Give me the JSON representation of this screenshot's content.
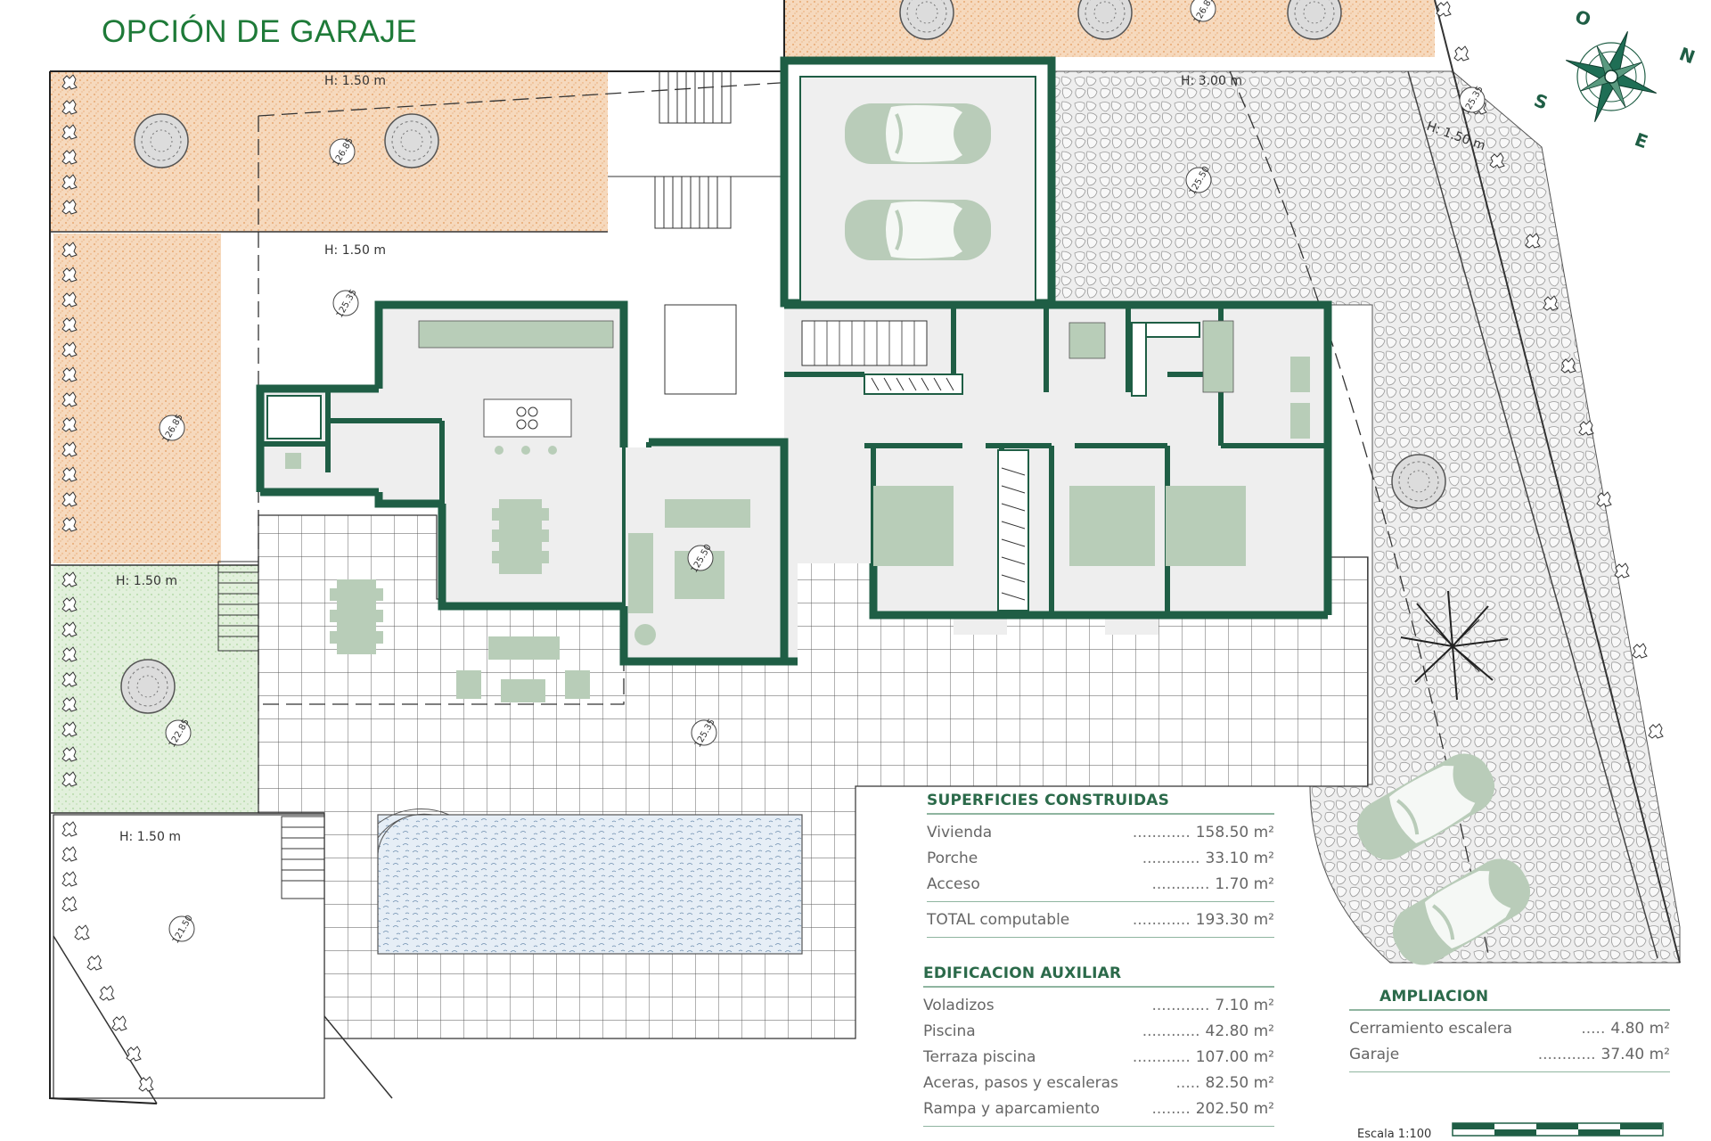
{
  "title": "OPCIÓN DE GARAJE",
  "colors": {
    "wall": "#1f5e45",
    "floor": "#eeeeee",
    "furniture": "#b8cdb8",
    "sand": "#f3c9a3",
    "grass": "#d9ebd2",
    "paving": "#e9e9e9",
    "pool": "#dde7f0",
    "heading": "#2b6a4a",
    "text": "#666666"
  },
  "wall_heights": [
    "H: 1.50 m",
    "H: 1.50 m",
    "H: 1.50 m",
    "H: 1.50 m",
    "H: 3.00 m",
    "H: 1.50 m"
  ],
  "levels": [
    "126.85",
    "125.35",
    "126.85",
    "125.50",
    "125.35",
    "122.85",
    "121.50",
    "125.50",
    "126.85",
    "125.35"
  ],
  "compass": {
    "n": "N",
    "s": "S",
    "e": "E",
    "o": "O"
  },
  "superficies": {
    "heading": "SUPERFICIES CONSTRUIDAS",
    "rows": [
      {
        "label": "Vivienda",
        "dots": "............",
        "value": "158.50 m²"
      },
      {
        "label": "Porche",
        "dots": "............",
        "value": "33.10 m²"
      },
      {
        "label": "Acceso",
        "dots": "............",
        "value": "1.70 m²"
      }
    ],
    "total": {
      "label": "TOTAL computable",
      "dots": "............",
      "value": "193.30 m²"
    }
  },
  "auxiliar": {
    "heading": "EDIFICACION AUXILIAR",
    "rows": [
      {
        "label": "Voladizos",
        "dots": "............",
        "value": "7.10 m²"
      },
      {
        "label": "Piscina",
        "dots": "............",
        "value": "42.80 m²"
      },
      {
        "label": "Terraza piscina",
        "dots": "............",
        "value": "107.00 m²"
      },
      {
        "label": "Aceras, pasos y escaleras",
        "dots": ".....",
        "value": "82.50 m²"
      },
      {
        "label": "Rampa y aparcamiento",
        "dots": "........",
        "value": "202.50 m²"
      }
    ]
  },
  "ampliacion": {
    "heading": "AMPLIACION",
    "rows": [
      {
        "label": "Cerramiento escalera",
        "dots": ".....",
        "value": "4.80 m²"
      },
      {
        "label": "Garaje",
        "dots": "............",
        "value": "37.40 m²"
      }
    ]
  },
  "scale": {
    "label": "Escala 1:100"
  }
}
